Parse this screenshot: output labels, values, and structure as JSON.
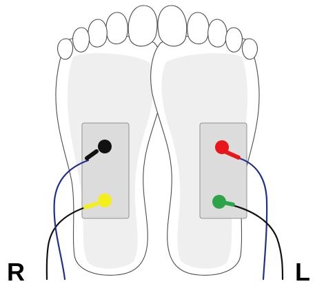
{
  "labels": {
    "right": "R",
    "left": "L"
  },
  "colors": {
    "pad": "#dcdcdc",
    "electrode_black": "#111111",
    "electrode_yellow": "#f3ef1d",
    "electrode_red": "#e8151b",
    "electrode_green": "#2ea44a",
    "lead_blue": "#1f2f8c",
    "lead_black": "#111111"
  },
  "feet": [
    {
      "side": "right",
      "electrodes": [
        {
          "color_name": "black",
          "position": "upper"
        },
        {
          "color_name": "yellow",
          "position": "lower"
        }
      ]
    },
    {
      "side": "left",
      "electrodes": [
        {
          "color_name": "red",
          "position": "upper"
        },
        {
          "color_name": "green",
          "position": "lower"
        }
      ]
    }
  ]
}
